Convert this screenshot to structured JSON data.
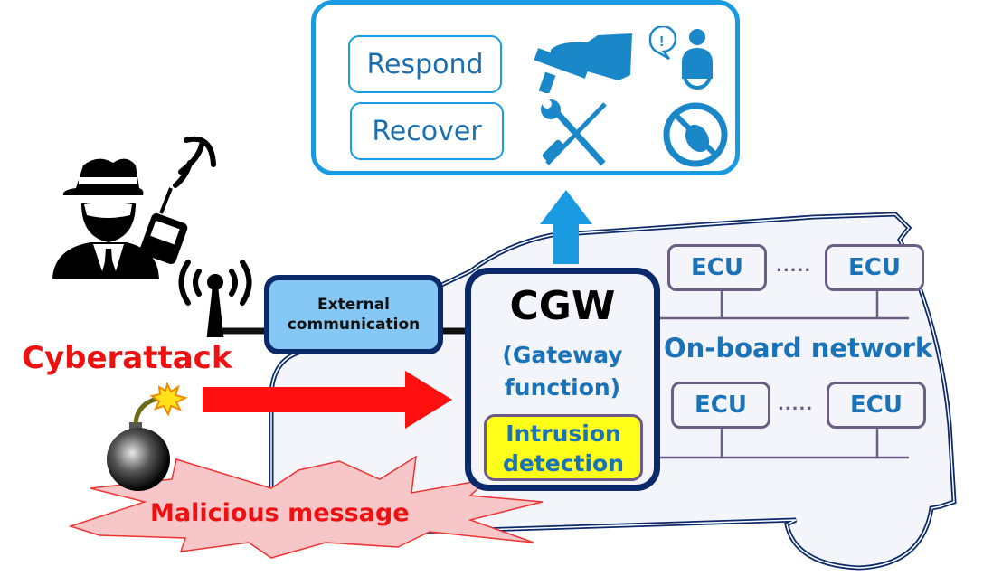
{
  "response_panel": {
    "respond_label": "Respond",
    "recover_label": "Recover",
    "icons": [
      "brake-pedal-icon",
      "driver-alert-icon",
      "tools-icon",
      "no-malware-icon"
    ]
  },
  "attacker": {
    "icons": [
      "hacker-icon",
      "radio-transmitter-icon",
      "antenna-icon",
      "bomb-icon"
    ],
    "cyberattack_label": "Cyberattack",
    "malicious_label": "Malicious message"
  },
  "external_comm": {
    "line1": "External",
    "line2": "communication"
  },
  "cgw": {
    "title": "CGW",
    "gateway_line1": "(Gateway",
    "gateway_line2": "function)",
    "ids_line1": "Intrusion",
    "ids_line2": "detection"
  },
  "network": {
    "label": "On-board network",
    "ecus": [
      "ECU",
      "ECU",
      "ECU",
      "ECU"
    ],
    "ellipsis": "....."
  },
  "colors": {
    "panel_border": "#1a9ae0",
    "navy": "#0b2a6b",
    "attack_red": "#ee1111",
    "text_blue": "#1a72b8",
    "ids_yellow": "#ffff1a",
    "ext_fill": "#85c8f5"
  }
}
